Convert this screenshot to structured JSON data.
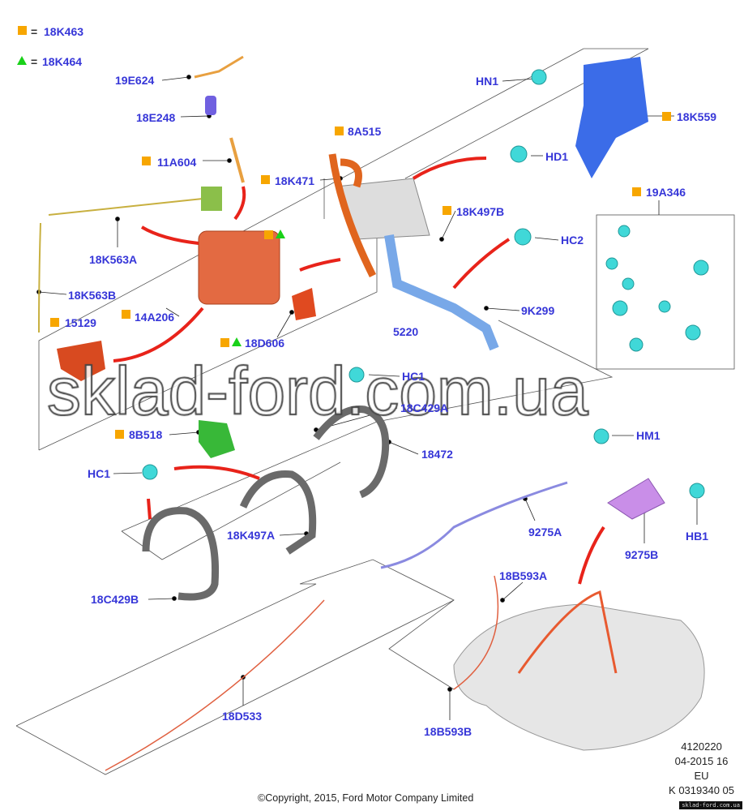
{
  "legend": [
    {
      "marker": "square",
      "color": "#f7a600",
      "text": "18K463"
    },
    {
      "marker": "triangle",
      "color": "#19d119",
      "text": "18K464"
    }
  ],
  "labels": [
    "19E624",
    "18E248",
    "11A604",
    "18K563A",
    "18K563B",
    "14A206",
    "15129",
    "18D606",
    "8A515",
    "18K471",
    "18K497B",
    "9K299",
    "5220",
    "HN1",
    "HD1",
    "HC2",
    "18K559",
    "19A346",
    "HC1",
    "18C429A",
    "18472",
    "8B518",
    "HC1",
    "18K497A",
    "18C429B",
    "HM1",
    "9275A",
    "9275B",
    "HB1",
    "18B593A",
    "18D533",
    "18B593B"
  ],
  "info": {
    "line1": "4120220",
    "line2": "04-2015 16",
    "line3": "EU",
    "line4": "K 0319340 05"
  },
  "copyright": "©Copyright, 2015, Ford Motor Company Limited",
  "watermark": "sklad-ford.com.ua",
  "corner_watermark": "sklad-ford.com.ua",
  "colors": {
    "label": "#3636d8",
    "accent_arrow": "#e8231a",
    "heater": "#e0653e",
    "tube": "#f0a040",
    "hose": "#606060",
    "clip": "#36d8d8"
  }
}
